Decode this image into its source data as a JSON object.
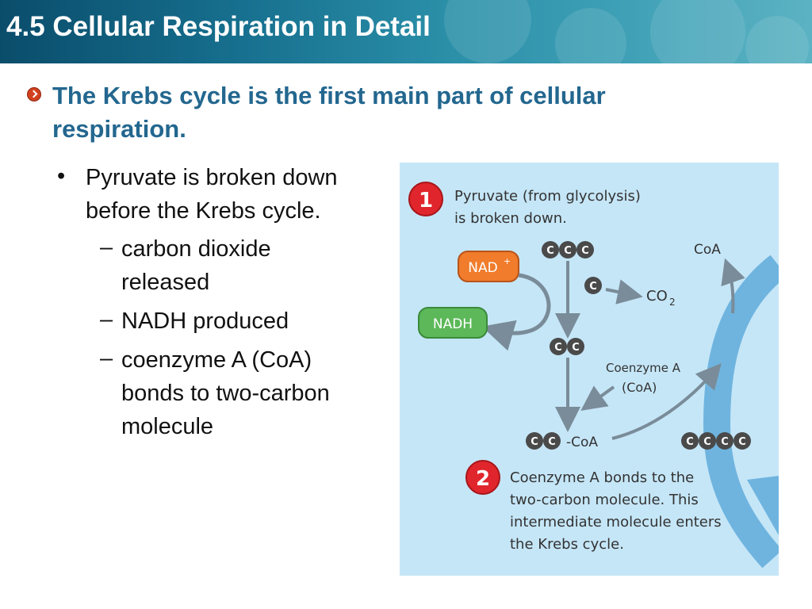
{
  "header": {
    "title": "4.5 Cellular Respiration in Detail"
  },
  "headline": "The Krebs cycle is the first main part of cellular respiration.",
  "bullets": {
    "main": "Pyruvate is broken down before the Krebs cycle.",
    "subs": [
      "carbon dioxide released",
      "NADH produced",
      "coenzyme A (CoA) bonds to two-carbon molecule"
    ]
  },
  "diagram": {
    "step1": {
      "number": "1",
      "line1": "Pyruvate (from glycolysis)",
      "line2": "is broken down."
    },
    "carbon": "C",
    "nad_label": "NAD",
    "nad_superscript": "+",
    "nadh_label": "NADH",
    "coa_label": "CoA",
    "co2_label": "CO",
    "co2_subscript": "2",
    "coenzyme_line1": "Coenzyme A",
    "coenzyme_line2": "(CoA)",
    "acetyl_suffix": "-CoA",
    "step2": {
      "number": "2",
      "lines": [
        "Coenzyme A bonds to the",
        "two-carbon molecule. This",
        "intermediate molecule enters",
        "the Krebs cycle."
      ]
    },
    "colors": {
      "panel": "#c5e6f7",
      "arrow": "#7a8c99",
      "cycle": "#6fb4df",
      "step_circle": "#e0262c",
      "nad": "#f07c2c",
      "nadh": "#5cb859",
      "carbon": "#4a4a4a"
    }
  }
}
